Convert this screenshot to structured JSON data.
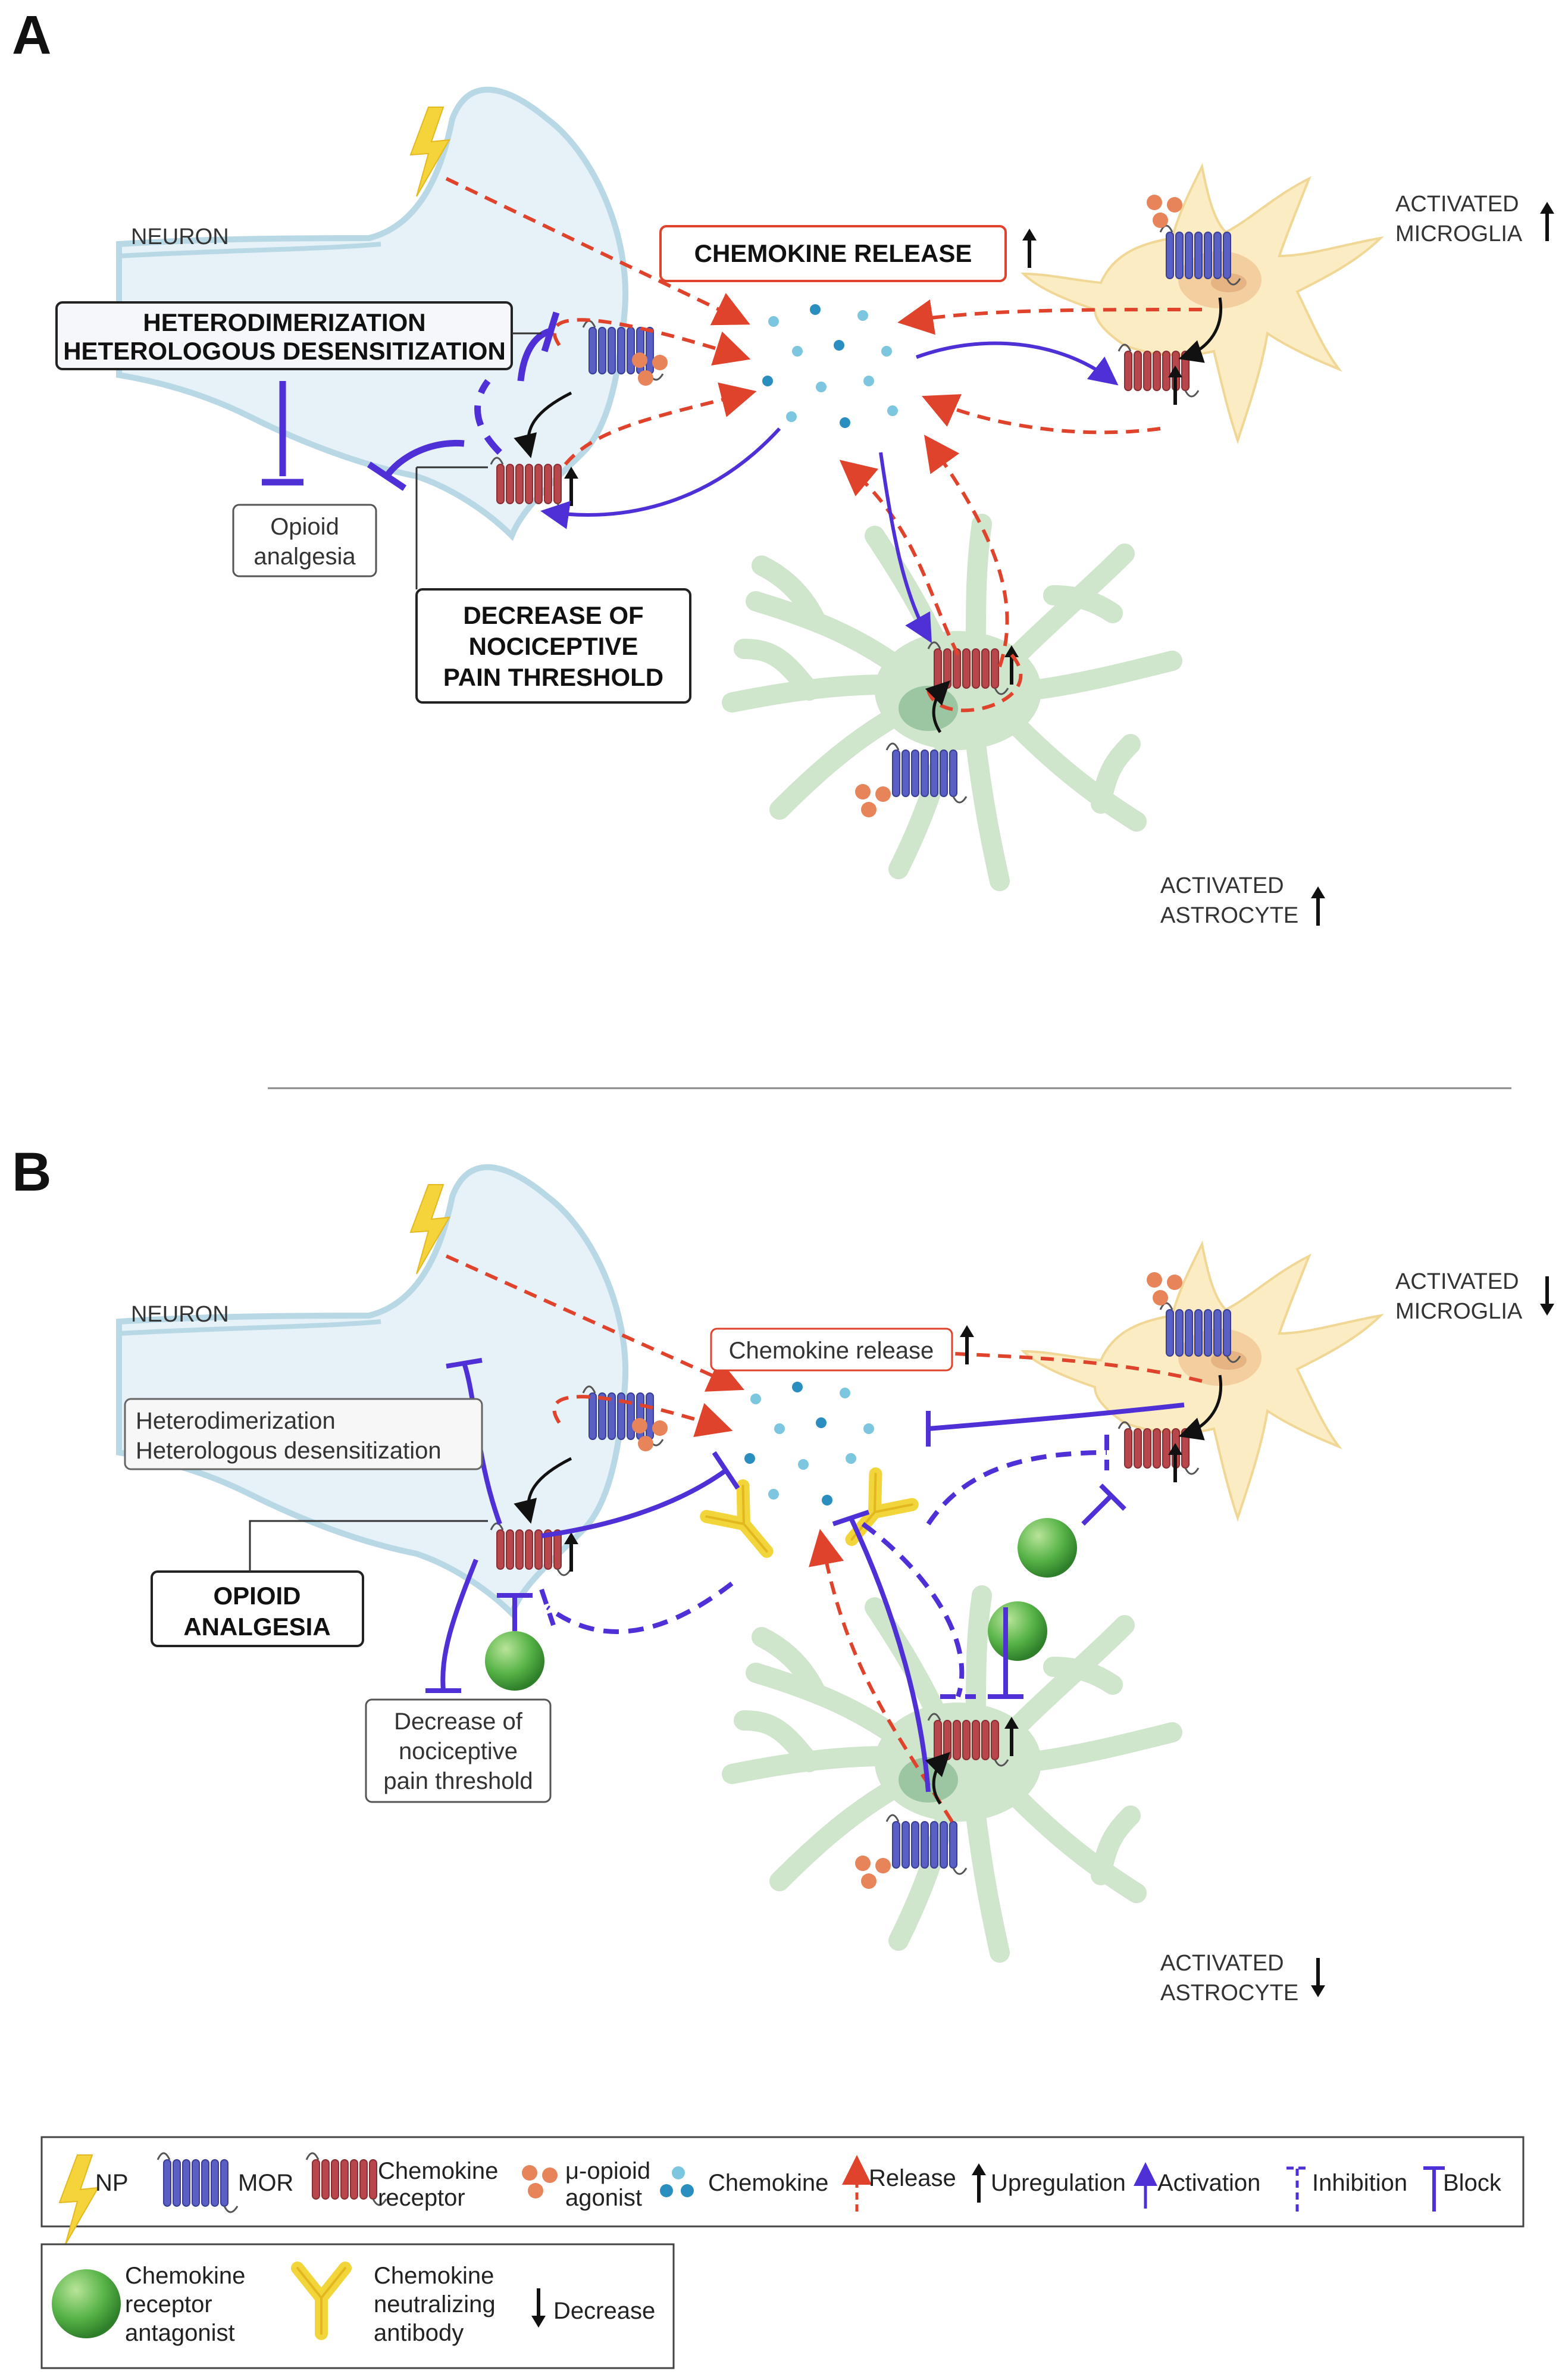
{
  "panel_a": {
    "letter": "A",
    "neuron_label": "NEURON",
    "chemokine_release": "CHEMOKINE RELEASE",
    "heterodimerization_line1": "HETERODIMERIZATION",
    "heterodimerization_line2": "HETEROLOGOUS DESENSITIZATION",
    "opioid_line1": "Opioid",
    "opioid_line2": "analgesia",
    "decrease_line1": "DECREASE OF",
    "decrease_line2": "NOCICEPTIVE",
    "decrease_line3": "PAIN THRESHOLD",
    "microglia_line1": "ACTIVATED",
    "microglia_line2": "MICROGLIA",
    "astrocyte_line1": "ACTIVATED",
    "astrocyte_line2": "ASTROCYTE"
  },
  "panel_b": {
    "letter": "B",
    "neuron_label": "NEURON",
    "chemokine_release": "Chemokine release",
    "heterodimerization_line1": "Heterodimerization",
    "heterodimerization_line2": "Heterologous desensitization",
    "opioid_line1": "OPIOID",
    "opioid_line2": "ANALGESIA",
    "decrease_line1": "Decrease of",
    "decrease_line2": "nociceptive",
    "decrease_line3": "pain threshold",
    "microglia_line1": "ACTIVATED",
    "microglia_line2": "MICROGLIA",
    "astrocyte_line1": "ACTIVATED",
    "astrocyte_line2": "ASTROCYTE"
  },
  "legend1": {
    "np": "NP",
    "mor": "MOR",
    "chemokine_receptor_line1": "Chemokine",
    "chemokine_receptor_line2": "receptor",
    "agonist_line1": "μ-opioid",
    "agonist_line2": "agonist",
    "chemokine": "Chemokine",
    "release": "Release",
    "upregulation": "Upregulation",
    "activation": "Activation",
    "inhibition": "Inhibition",
    "block": "Block"
  },
  "legend2": {
    "antagonist_line1": "Chemokine",
    "antagonist_line2": "receptor",
    "antagonist_line3": "antagonist",
    "antibody_line1": "Chemokine",
    "antibody_line2": "neutralizing",
    "antibody_line3": "antibody",
    "decrease": "Decrease"
  },
  "colors": {
    "neuron_fill": "#e6f1f8",
    "neuron_stroke": "#b9d8e6",
    "microglia": "#fbecc4",
    "astrocyte": "#cfe5cc",
    "mor": "#5a5fc4",
    "receptor": "#b7474a",
    "agonist": "#e8845a",
    "release": "#e0432c",
    "activation": "#4f2fd6",
    "antagonist": "#57b347",
    "antibody": "#f2d53b"
  }
}
